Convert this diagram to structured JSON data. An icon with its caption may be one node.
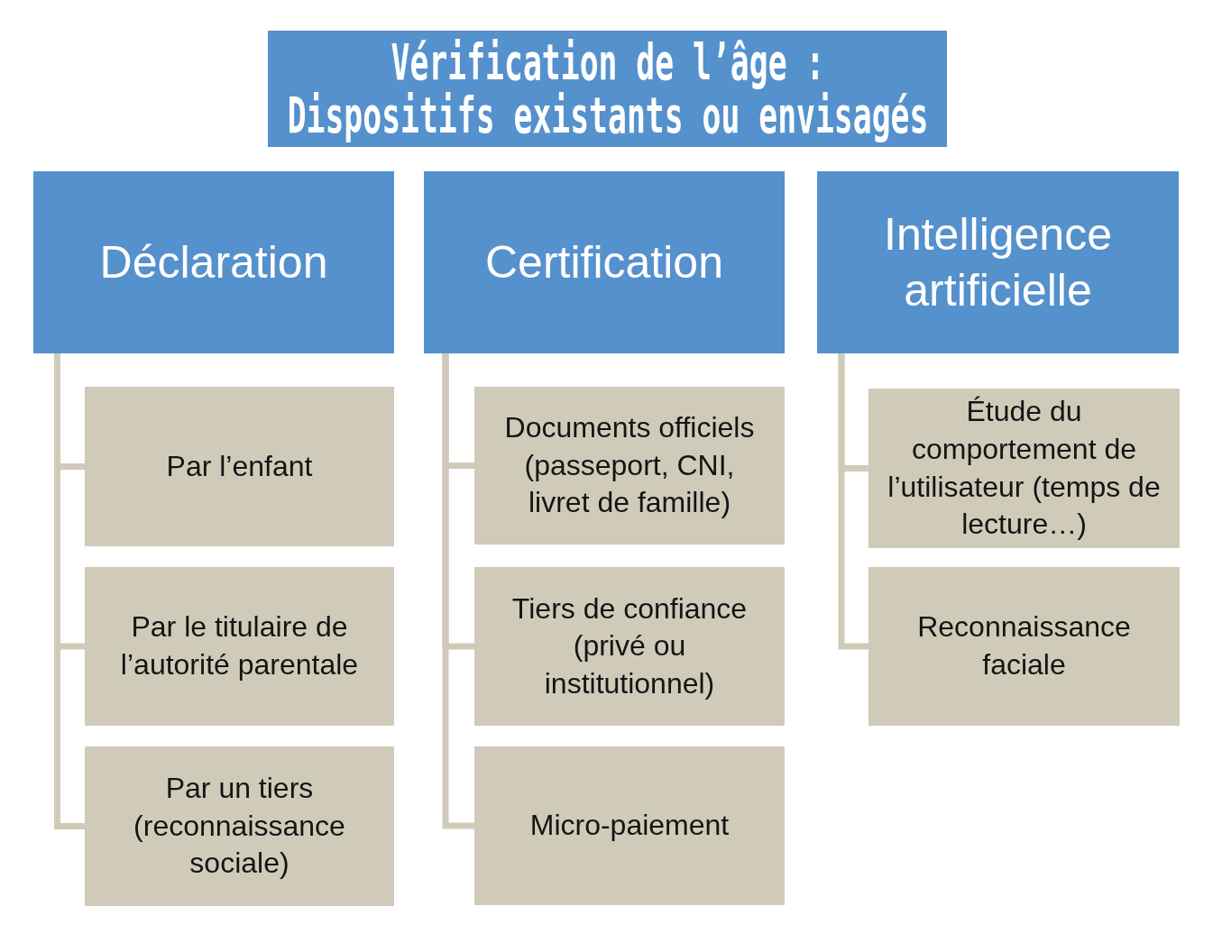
{
  "diagram": {
    "title": "Vérification de l’âge : Dispositifs existants ou envisagés",
    "nodes": [
      {
        "text": [
          "Déclaration"
        ]
      },
      {
        "text": [
          "Par l’enfant"
        ]
      },
      {
        "text": [
          "Par le titulaire de l’autorité parentale"
        ]
      },
      {
        "text": [
          "Par un tiers (reconnaissance sociale)"
        ]
      },
      {
        "text": [
          "Certification"
        ]
      },
      {
        "text": [
          "Documents officiels (passeport, CNI, livret de famille)"
        ]
      },
      {
        "text": [
          "Tiers de confiance (privé ou institutionnel)"
        ]
      },
      {
        "text": [
          "Micro-paiement"
        ]
      },
      {
        "text": [
          "Intelligence artificielle"
        ]
      },
      {
        "text": [
          "Étude du comportement de l’utilisateur (temps de lecture…)"
        ]
      },
      {
        "text": [
          "Reconnaissance faciale"
        ]
      }
    ],
    "edges": [
      {
        "from": 0,
        "to": 1,
        "arrow": "none"
      },
      {
        "from": 0,
        "to": 2,
        "arrow": "none"
      },
      {
        "from": 0,
        "to": 3,
        "arrow": "none"
      },
      {
        "from": 4,
        "to": 5,
        "arrow": "none"
      },
      {
        "from": 4,
        "to": 6,
        "arrow": "none"
      },
      {
        "from": 4,
        "to": 7,
        "arrow": "none"
      },
      {
        "from": 8,
        "to": 9,
        "arrow": "none"
      },
      {
        "from": 8,
        "to": 10,
        "arrow": "none"
      }
    ]
  }
}
